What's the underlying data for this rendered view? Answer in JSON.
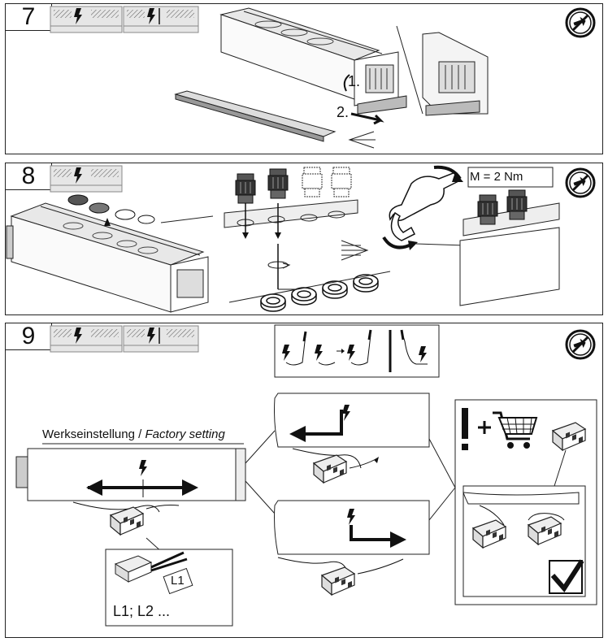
{
  "steps": [
    {
      "number": "7"
    },
    {
      "number": "8"
    },
    {
      "number": "9"
    }
  ],
  "step7": {
    "substep1": "1.",
    "substep2": "2."
  },
  "step8": {
    "torque": "M = 2 Nm"
  },
  "step9": {
    "factory_setting_de": "Werkseinstellung / ",
    "factory_setting_en": "Factory setting",
    "phase_small": "L1",
    "phases": "L1; L2 ..."
  },
  "icons": [
    "warning-hazard-icon",
    "no-tool-icon",
    "shopping-cart-icon",
    "checkmark-icon",
    "exclamation-icon",
    "lightning-icon"
  ]
}
